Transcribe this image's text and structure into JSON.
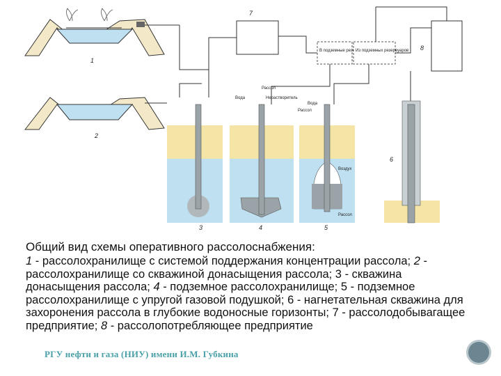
{
  "diagram": {
    "labels": {
      "n1": "1",
      "n2": "2",
      "n3": "3",
      "n4": "4",
      "n5": "5",
      "n6": "6",
      "n7": "7",
      "n8": "8",
      "box_left": "В подземные резервуары",
      "box_right": "Из подземных резервуаров",
      "water": "Вода",
      "brine": "Рассол",
      "nonsolvent": "Нерастворитель",
      "air": "Воздух"
    }
  },
  "caption": {
    "title": "Общий вид схемы оперативного рассолоснабжения:",
    "items": [
      {
        "num": "1",
        "text": " - рассолохранилище с системой поддержания концентрации рассола; "
      },
      {
        "num": "2",
        "text": " - рассолохранилище со скважиной донасыщения рассола; "
      },
      {
        "num": "3",
        "text": " - скважина донасыщения рассола; "
      },
      {
        "num": "4",
        "text": " - подземное рассолохранилище; "
      },
      {
        "num": "5",
        "text": " - подземное рассолохранилище с упругой газовой подушкой; "
      },
      {
        "num": "6",
        "text": " - нагнетательная скважина для захоронения рассола в глубокие водоносные горизонты; "
      },
      {
        "num": "7",
        "text": " - рассолодобывагащее предприятие; "
      },
      {
        "num": "8",
        "text": " - рассолопотребляющее предприятие"
      }
    ]
  },
  "footer": {
    "text": "РГУ нефти и газа (НИУ) имени И.М. Губкина"
  },
  "colors": {
    "water": "#bfe0f0",
    "soil": "#f4e4a6",
    "footer": "#4aa0a8",
    "nav": "#6b8591"
  }
}
